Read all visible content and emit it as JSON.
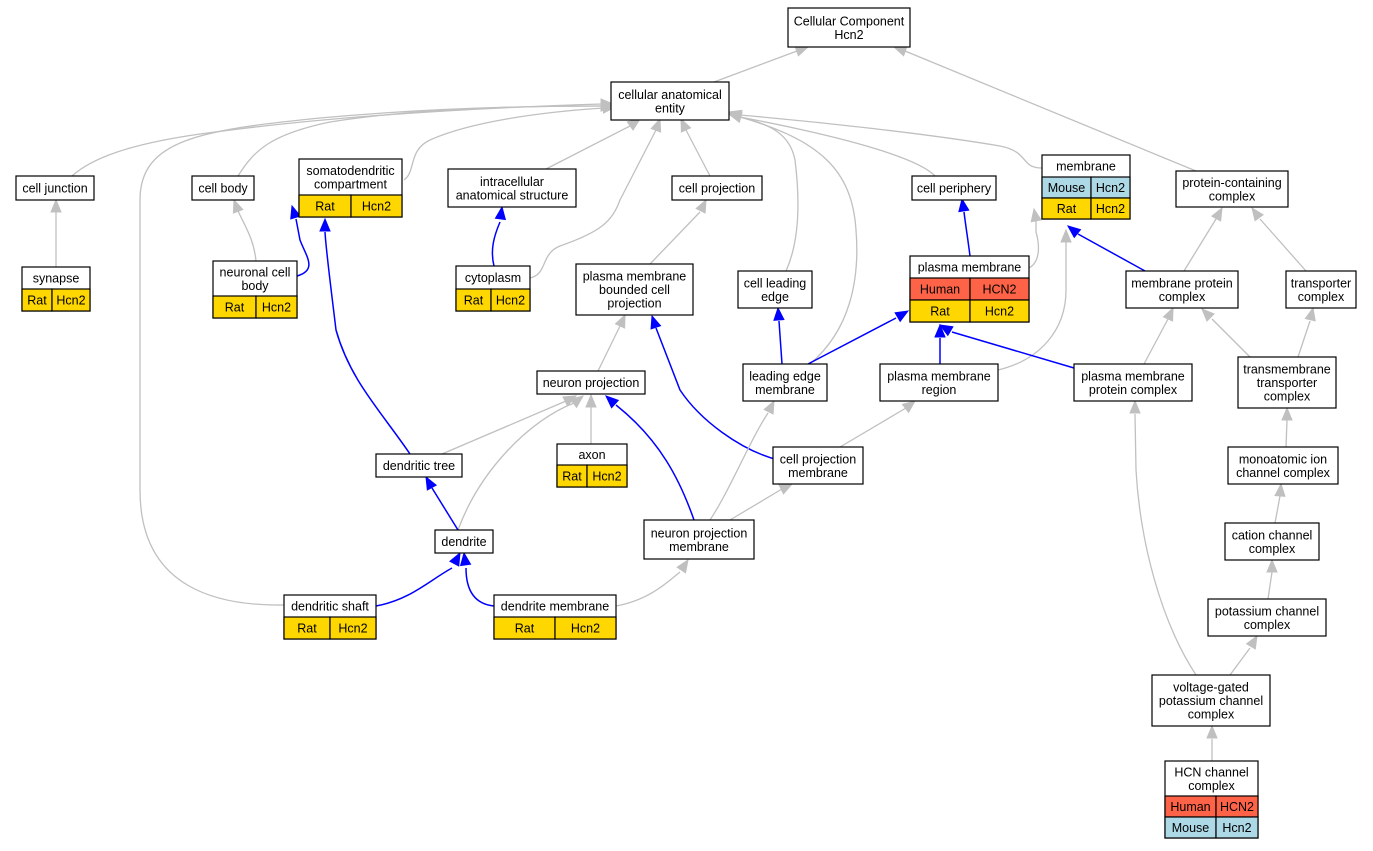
{
  "colors": {
    "rat": "#ffd700",
    "human": "#ff6347",
    "mouse": "#add8e6",
    "edge_is_a": "#c0c0c0",
    "edge_part_of": "#0000ff"
  },
  "nodes": {
    "cc": {
      "lines": [
        "Cellular Component",
        "Hcn2"
      ]
    },
    "cae": {
      "lines": [
        "cellular anatomical",
        "entity"
      ]
    },
    "cj": {
      "lines": [
        "cell junction"
      ]
    },
    "cb": {
      "lines": [
        "cell body"
      ]
    },
    "sdc": {
      "lines": [
        "somatodendritic",
        "compartment"
      ],
      "rows": [
        [
          "Rat",
          "Hcn2"
        ]
      ]
    },
    "ias": {
      "lines": [
        "intracellular",
        "anatomical structure"
      ]
    },
    "cp": {
      "lines": [
        "cell projection"
      ]
    },
    "cper": {
      "lines": [
        "cell periphery"
      ]
    },
    "mem": {
      "lines": [
        "membrane"
      ],
      "rows": [
        [
          "Mouse",
          "Hcn2"
        ],
        [
          "Rat",
          "Hcn2"
        ]
      ]
    },
    "pcc": {
      "lines": [
        "protein-containing",
        "complex"
      ]
    },
    "syn": {
      "lines": [
        "synapse"
      ],
      "rows": [
        [
          "Rat",
          "Hcn2"
        ]
      ]
    },
    "ncb": {
      "lines": [
        "neuronal cell",
        "body"
      ],
      "rows": [
        [
          "Rat",
          "Hcn2"
        ]
      ]
    },
    "cyto": {
      "lines": [
        "cytoplasm"
      ],
      "rows": [
        [
          "Rat",
          "Hcn2"
        ]
      ]
    },
    "pmbcp": {
      "lines": [
        "plasma membrane",
        "bounded cell",
        "projection"
      ]
    },
    "cle": {
      "lines": [
        "cell leading",
        "edge"
      ]
    },
    "pm": {
      "lines": [
        "plasma membrane"
      ],
      "rows": [
        [
          "Human",
          "HCN2"
        ],
        [
          "Rat",
          "Hcn2"
        ]
      ]
    },
    "mpc": {
      "lines": [
        "membrane protein",
        "complex"
      ]
    },
    "tc": {
      "lines": [
        "transporter",
        "complex"
      ]
    },
    "np": {
      "lines": [
        "neuron projection"
      ]
    },
    "lem": {
      "lines": [
        "leading edge",
        "membrane"
      ]
    },
    "pmr": {
      "lines": [
        "plasma membrane",
        "region"
      ]
    },
    "pmpc": {
      "lines": [
        "plasma membrane",
        "protein complex"
      ]
    },
    "ttc": {
      "lines": [
        "transmembrane",
        "transporter",
        "complex"
      ]
    },
    "axon": {
      "lines": [
        "axon"
      ],
      "rows": [
        [
          "Rat",
          "Hcn2"
        ]
      ]
    },
    "dt": {
      "lines": [
        "dendritic tree"
      ]
    },
    "cpm": {
      "lines": [
        "cell projection",
        "membrane"
      ]
    },
    "mic": {
      "lines": [
        "monoatomic ion",
        "channel complex"
      ]
    },
    "dend": {
      "lines": [
        "dendrite"
      ]
    },
    "npm": {
      "lines": [
        "neuron projection",
        "membrane"
      ]
    },
    "ccc": {
      "lines": [
        "cation channel",
        "complex"
      ]
    },
    "ds": {
      "lines": [
        "dendritic shaft"
      ],
      "rows": [
        [
          "Rat",
          "Hcn2"
        ]
      ]
    },
    "dm": {
      "lines": [
        "dendrite membrane"
      ],
      "rows": [
        [
          "Rat",
          "Hcn2"
        ]
      ]
    },
    "kcc": {
      "lines": [
        "potassium channel",
        "complex"
      ]
    },
    "vgkc": {
      "lines": [
        "voltage-gated",
        "potassium channel",
        "complex"
      ]
    },
    "hcn": {
      "lines": [
        "HCN channel",
        "complex"
      ],
      "rows": [
        [
          "Human",
          "HCN2"
        ],
        [
          "Mouse",
          "Hcn2"
        ]
      ]
    }
  }
}
